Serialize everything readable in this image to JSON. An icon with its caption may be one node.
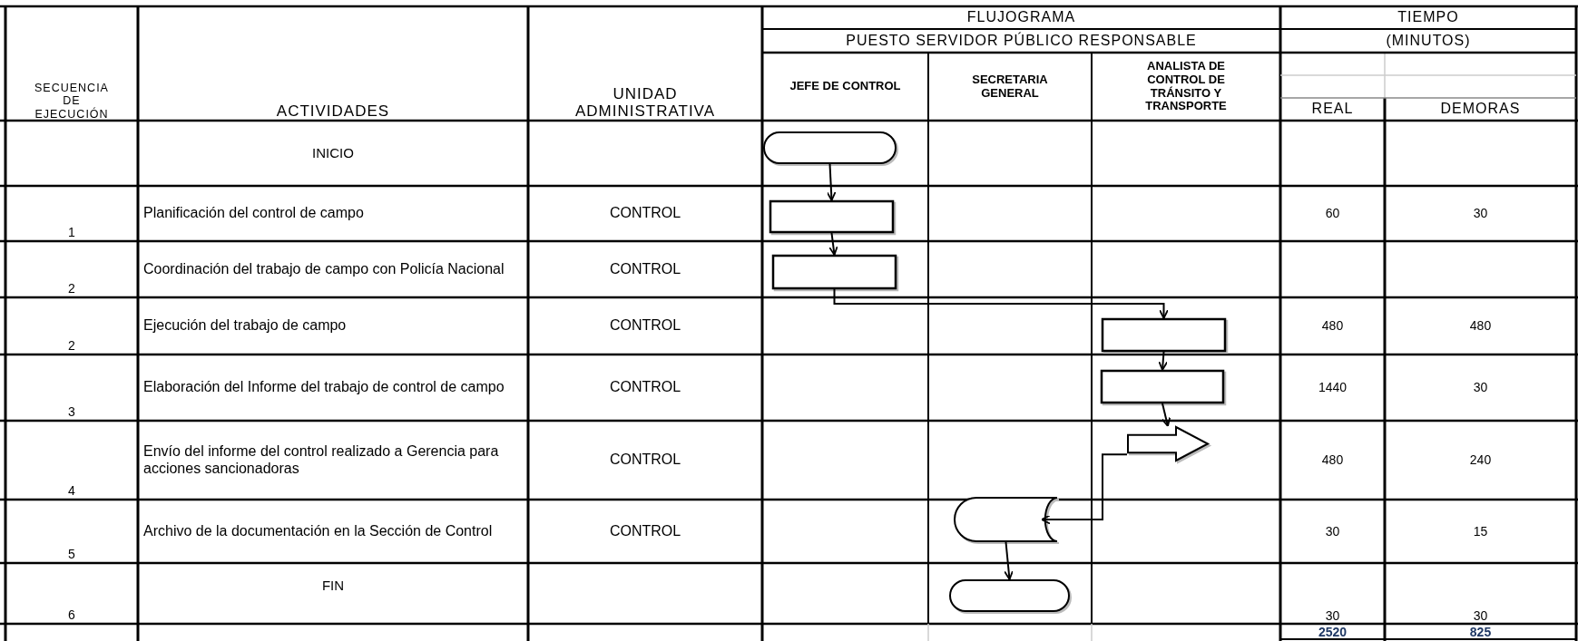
{
  "diagram": {
    "nodes": [
      {
        "text": [],
        "shape": "oval"
      },
      {
        "text": [],
        "shape": "box"
      },
      {
        "text": [],
        "shape": "box"
      },
      {
        "text": [],
        "shape": "box"
      },
      {
        "text": [],
        "shape": "box"
      },
      {
        "text": [],
        "shape": "arrow"
      },
      {
        "text": [],
        "shape": "cylinder"
      },
      {
        "text": [],
        "shape": "oval"
      }
    ],
    "edges": [
      {
        "from": 0,
        "to": 1,
        "arrow": "to"
      },
      {
        "from": 1,
        "to": 2,
        "arrow": "to"
      },
      {
        "from": 2,
        "to": 3,
        "arrow": "to"
      },
      {
        "from": 3,
        "to": 4,
        "arrow": "to"
      },
      {
        "from": 4,
        "to": 5,
        "arrow": "to"
      },
      {
        "from": 5,
        "to": 6,
        "arrow": "to"
      },
      {
        "from": 6,
        "to": 7,
        "arrow": "to"
      }
    ],
    "labels": [
      "FLUJOGRAMA",
      "TIEMPO",
      "PUESTO SERVIDOR PÚBLICO RESPONSABLE",
      "(MINUTOS)",
      "SECUENCIA DE EJECUCIÓN",
      "ACTIVIDADES",
      "UNIDAD ADMINISTRATIVA",
      "JEFE DE CONTROL",
      "SECRETARIA GENERAL",
      "ANALISTA DE CONTROL DE TRÁNSITO Y TRANSPORTE",
      "REAL",
      "DEMORAS",
      "INICIO",
      "1",
      "Planificación del control de campo",
      "CONTROL",
      "60",
      "30",
      "2",
      "Coordinación del trabajo de campo con Policía Nacional",
      "CONTROL",
      "2",
      "Ejecución del trabajo de campo",
      "CONTROL",
      "480",
      "480",
      "3",
      "Elaboración del Informe del trabajo de control de campo",
      "CONTROL",
      "1440",
      "30",
      "4",
      "Envío del informe del control realizado a Gerencia para acciones sancionadoras",
      "CONTROL",
      "480",
      "240",
      "5",
      "Archivo de la documentación en la Sección de Control",
      "CONTROL",
      "30",
      "15",
      "6",
      "FIN",
      "30",
      "30",
      "2520",
      "825"
    ]
  }
}
